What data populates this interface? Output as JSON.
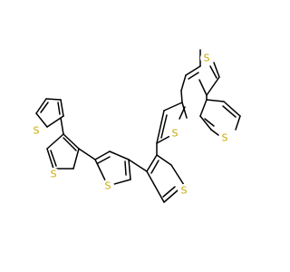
{
  "colors": {
    "background": "#ffffff",
    "bond": "#000000",
    "sulfur": "#c8a800"
  },
  "atom_labels": {
    "s1": "S",
    "s2": "S",
    "s3": "S",
    "s4": "S",
    "s5": "S",
    "s6": "S"
  }
}
